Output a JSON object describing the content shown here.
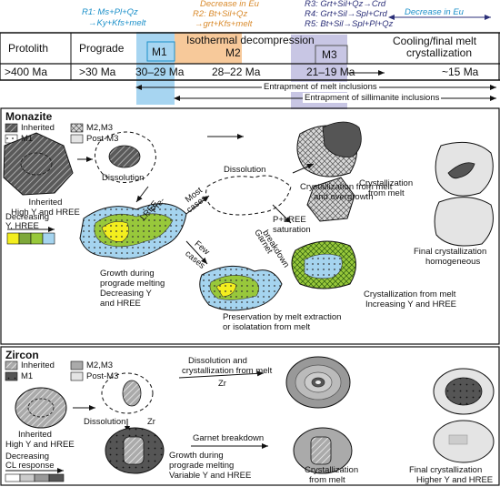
{
  "reactions": {
    "r1_line1": "R1: Ms+Pl+Qz",
    "r1_line2": "→Ky+Kfs+melt",
    "r2_title": "Decrease in Eu",
    "r2_line1": "R2: Bt+Sil+Qz",
    "r2_line2": "→grt+Kfs+melt",
    "r3": "R3: Grt+Sil+Qz→Crd",
    "r4": "R4: Grt+Sil→Spl+Crd",
    "r5": "R5: Bt+Sil→Spl+Pl+Qz",
    "eu_decrease": "Decrease in Eu"
  },
  "stages": {
    "protolith": "Protolith",
    "prograde": "Prograde",
    "m1": "M1",
    "isothermal": "Isothermal decompression",
    "m2": "M2",
    "m3": "M3",
    "cooling_line1": "Cooling/final melt",
    "cooling_line2": "crystallization"
  },
  "ages": {
    "protolith": ">400 Ma",
    "prograde": ">30 Ma",
    "m1": "30–29 Ma",
    "m2": "28–22 Ma",
    "m3": "21–19 Ma",
    "final": "~15 Ma"
  },
  "entrapment": {
    "melt": "Entrapment of melt inclusions",
    "sillimanite": "Entrapment of sillimanite inclusions"
  },
  "monazite": {
    "title": "Monazite",
    "legend_inherited": "Inherited",
    "legend_m2m3": "M2,M3",
    "legend_m1": "M1",
    "legend_postm3": "Post-M3",
    "inherited_l1": "Inherited",
    "inherited_l2": "High Y and HREE",
    "dissolution1": "Dissolution",
    "preLREE_l1": "Pre-",
    "preLREE_l2": "LREE",
    "dissolution2": "Dissolution",
    "most_l1": "Most",
    "most_l2": "cases",
    "few_l1": "Few",
    "few_l2": "cases",
    "decreasing_l1": "Decreasing",
    "decreasing_l2": "Y, HREE",
    "growth_l1": "Growth during",
    "growth_l2": "prograde melting",
    "growth_l3": "Decreasing Y",
    "growth_l4": "and HREE",
    "cryst_over_l1": "Crystallization from melt",
    "cryst_over_l2": "and overgrowth",
    "cryst_melt_l1": "Crystallization",
    "cryst_melt_l2": "from melt",
    "plree_l1": "P+LREE",
    "plree_l2": "saturation",
    "garnet_l1": "Garnet",
    "garnet_l2": "breakdown",
    "final_l1": "Final crystallization",
    "final_l2": "homogeneous",
    "cryst_inc_l1": "Crystallization from melt",
    "cryst_inc_l2": "Increasing Y and HREE",
    "preserve_l1": "Preservation by melt extraction",
    "preserve_l2": "or isolatation from melt"
  },
  "zircon": {
    "title": "Zircon",
    "legend_inherited": "Inherited",
    "legend_m2m3": "M2,M3",
    "legend_m1": "M1",
    "legend_postm3": "Post-M3",
    "inherited_l1": "Inherited",
    "inherited_l2": "High Y and HREE",
    "dissolution": "Dissolution",
    "zr1": "Zr",
    "zr2": "Zr",
    "diss_cryst_l1": "Dissolution and",
    "diss_cryst_l2": "crystallization from melt",
    "garnet_breakdown": "Garnet breakdown",
    "growth_l1": "Growth during",
    "growth_l2": "prograde melting",
    "growth_l3": "Variable Y and HREE",
    "cryst_l1": "Crystallization",
    "cryst_l2": "from melt",
    "final_l1": "Final crystallization",
    "final_l2": "Higher Y and HREE",
    "decreasing_l1": "Decreasing",
    "decreasing_l2": "CL response"
  },
  "colors": {
    "m1_blue": "#a7d5f1",
    "m2_orange": "#f7c99a",
    "m3_purple": "#c8c6e4",
    "yellow": "#f3ee1e",
    "green": "#98c83b",
    "lightblue": "#a5d4ef"
  }
}
